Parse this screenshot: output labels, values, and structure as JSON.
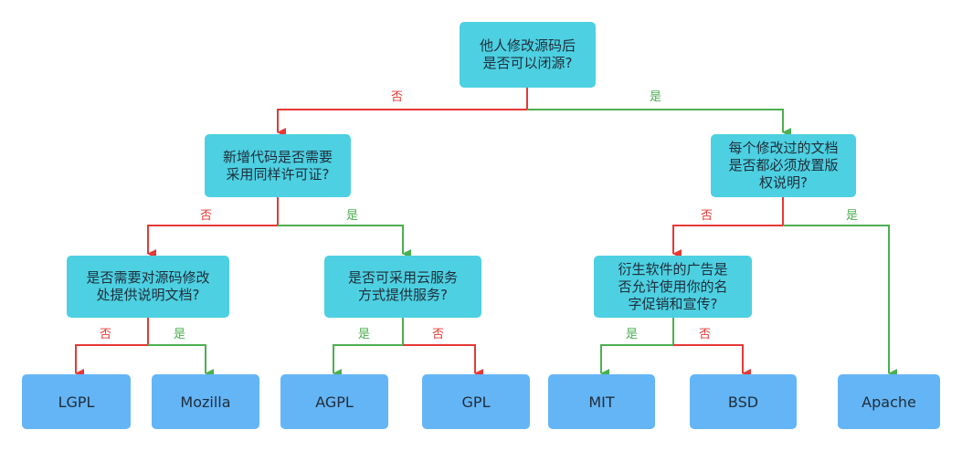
{
  "colors": {
    "no": "#e53935",
    "yes": "#4caf50",
    "question_fill": "#4dd0e1",
    "leaf_fill": "#64b5f6"
  },
  "nodes": {
    "root": "他人修改源码后\n是否可以闭源?",
    "same_license": "新增代码是否需要\n采用同样许可证?",
    "copyright_notice": "每个修改过的文档\n是否都必须放置版\n权说明?",
    "doc_changes": "是否需要对源码修改\n处提供说明文档?",
    "cloud_service": "是否可采用云服务\n方式提供服务?",
    "name_promotion": "衍生软件的广告是\n否允许使用你的名\n字促销和宣传?",
    "lgpl": "LGPL",
    "mozilla": "Mozilla",
    "agpl": "AGPL",
    "gpl": "GPL",
    "mit": "MIT",
    "bsd": "BSD",
    "apache": "Apache"
  },
  "edge_labels": {
    "root_no": "否",
    "root_yes": "是",
    "same_license_no": "否",
    "same_license_yes": "是",
    "copyright_no": "否",
    "copyright_yes": "是",
    "doc_changes_no": "否",
    "doc_changes_yes": "是",
    "cloud_yes": "是",
    "cloud_no": "否",
    "name_yes": "是",
    "name_no": "否"
  }
}
